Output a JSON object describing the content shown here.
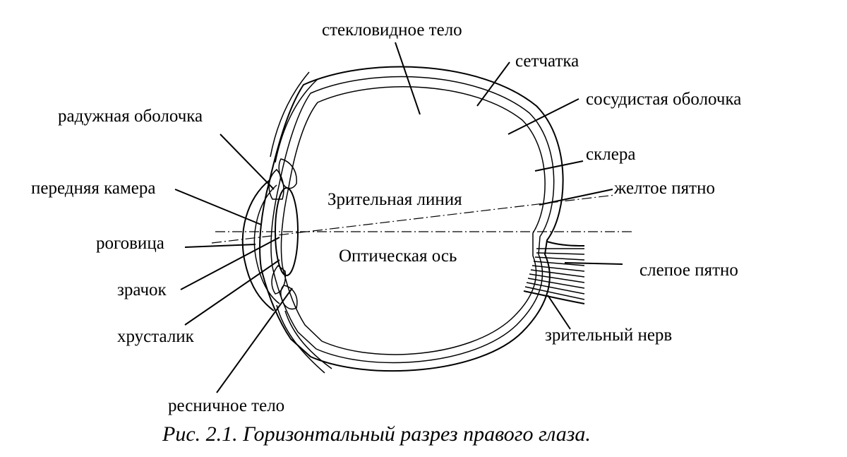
{
  "labels": {
    "vitreous_body": "стекловидное тело",
    "retina": "сетчатка",
    "choroid": "сосудистая оболочка",
    "sclera": "склера",
    "macula": "желтое пятно",
    "blind_spot": "слепое пятно",
    "optic_nerve": "зрительный нерв",
    "iris": "радужная оболочка",
    "anterior_chamber": "передняя камера",
    "cornea": "роговица",
    "pupil": "зрачок",
    "lens": "хрусталик",
    "ciliary_body": "ресничное тело",
    "visual_line": "Зрительная линия",
    "optical_axis": "Оптическая ось"
  },
  "caption": "Рис. 2.1. Горизонтальный разрез правого глаза."
}
